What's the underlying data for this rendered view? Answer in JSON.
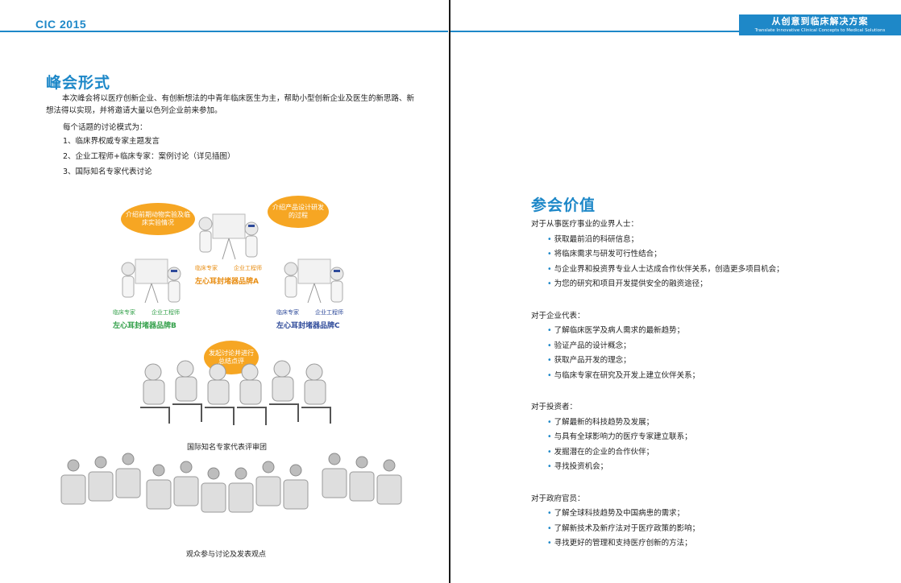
{
  "header": {
    "brand": "CIC 2015",
    "tagline_zh": "从创意到临床解决方案",
    "tagline_en": "Translate Innovative Clinical Concepts to Medical Solutions"
  },
  "left": {
    "title": "峰会形式",
    "intro": "本次峰会将以医疗创新企业、有创新想法的中青年临床医生为主，帮助小型创新企业及医生的新思路、新想法得以实现，并将邀请大量以色列企业前来参加。",
    "mode_label": "每个话题的讨论模式为：",
    "items": [
      "1、临床界权威专家主题发言",
      "2、企业工程师+临床专家：案例讨论（详见插图）",
      "3、国际知名专家代表讨论"
    ],
    "illustration": {
      "bubble_left": "介绍前期动物实验及临床实验情况",
      "bubble_right": "介绍产品设计研发的过程",
      "bubble_center": "发起讨论并进行总结点评",
      "group_a": {
        "role_left": "临床专家",
        "role_right": "企业工程师",
        "label": "左心耳封堵器品牌A"
      },
      "group_b": {
        "role_left": "临床专家",
        "role_right": "企业工程师",
        "label": "左心耳封堵器品牌B"
      },
      "group_c": {
        "role_left": "临床专家",
        "role_right": "企业工程师",
        "label": "左心耳封堵器品牌C"
      },
      "caption_panel": "国际知名专家代表评审团",
      "caption_audience": "观众参与讨论及发表观点"
    }
  },
  "right": {
    "title": "参会价值",
    "groups": [
      {
        "head": "对于从事医疗事业的业界人士：",
        "bullets": [
          "获取最前沿的科研信息；",
          "将临床需求与研发可行性结合；",
          "与企业界和投资界专业人士达成合作伙伴关系，创造更多项目机会；",
          "为您的研究和项目开发提供安全的融资途径；"
        ]
      },
      {
        "head": "对于企业代表：",
        "bullets": [
          "了解临床医学及病人需求的最新趋势；",
          "验证产品的设计概念；",
          "获取产品开发的理念；",
          "与临床专家在研究及开发上建立伙伴关系；"
        ]
      },
      {
        "head": "对于投资者：",
        "bullets": [
          "了解最新的科技趋势及发展；",
          "与具有全球影响力的医疗专家建立联系；",
          "发掘潜在的企业的合作伙伴；",
          "寻找投资机会；"
        ]
      },
      {
        "head": "对于政府官员：",
        "bullets": [
          "了解全球科技趋势及中国病患的需求；",
          "了解新技术及新疗法对于医疗政策的影响；",
          "寻找更好的管理和支持医疗创新的方法；"
        ]
      }
    ]
  },
  "colors": {
    "accent": "#1e88c8",
    "orange": "#f6a623",
    "green": "#33a04a",
    "navy": "#2e4a9a"
  }
}
